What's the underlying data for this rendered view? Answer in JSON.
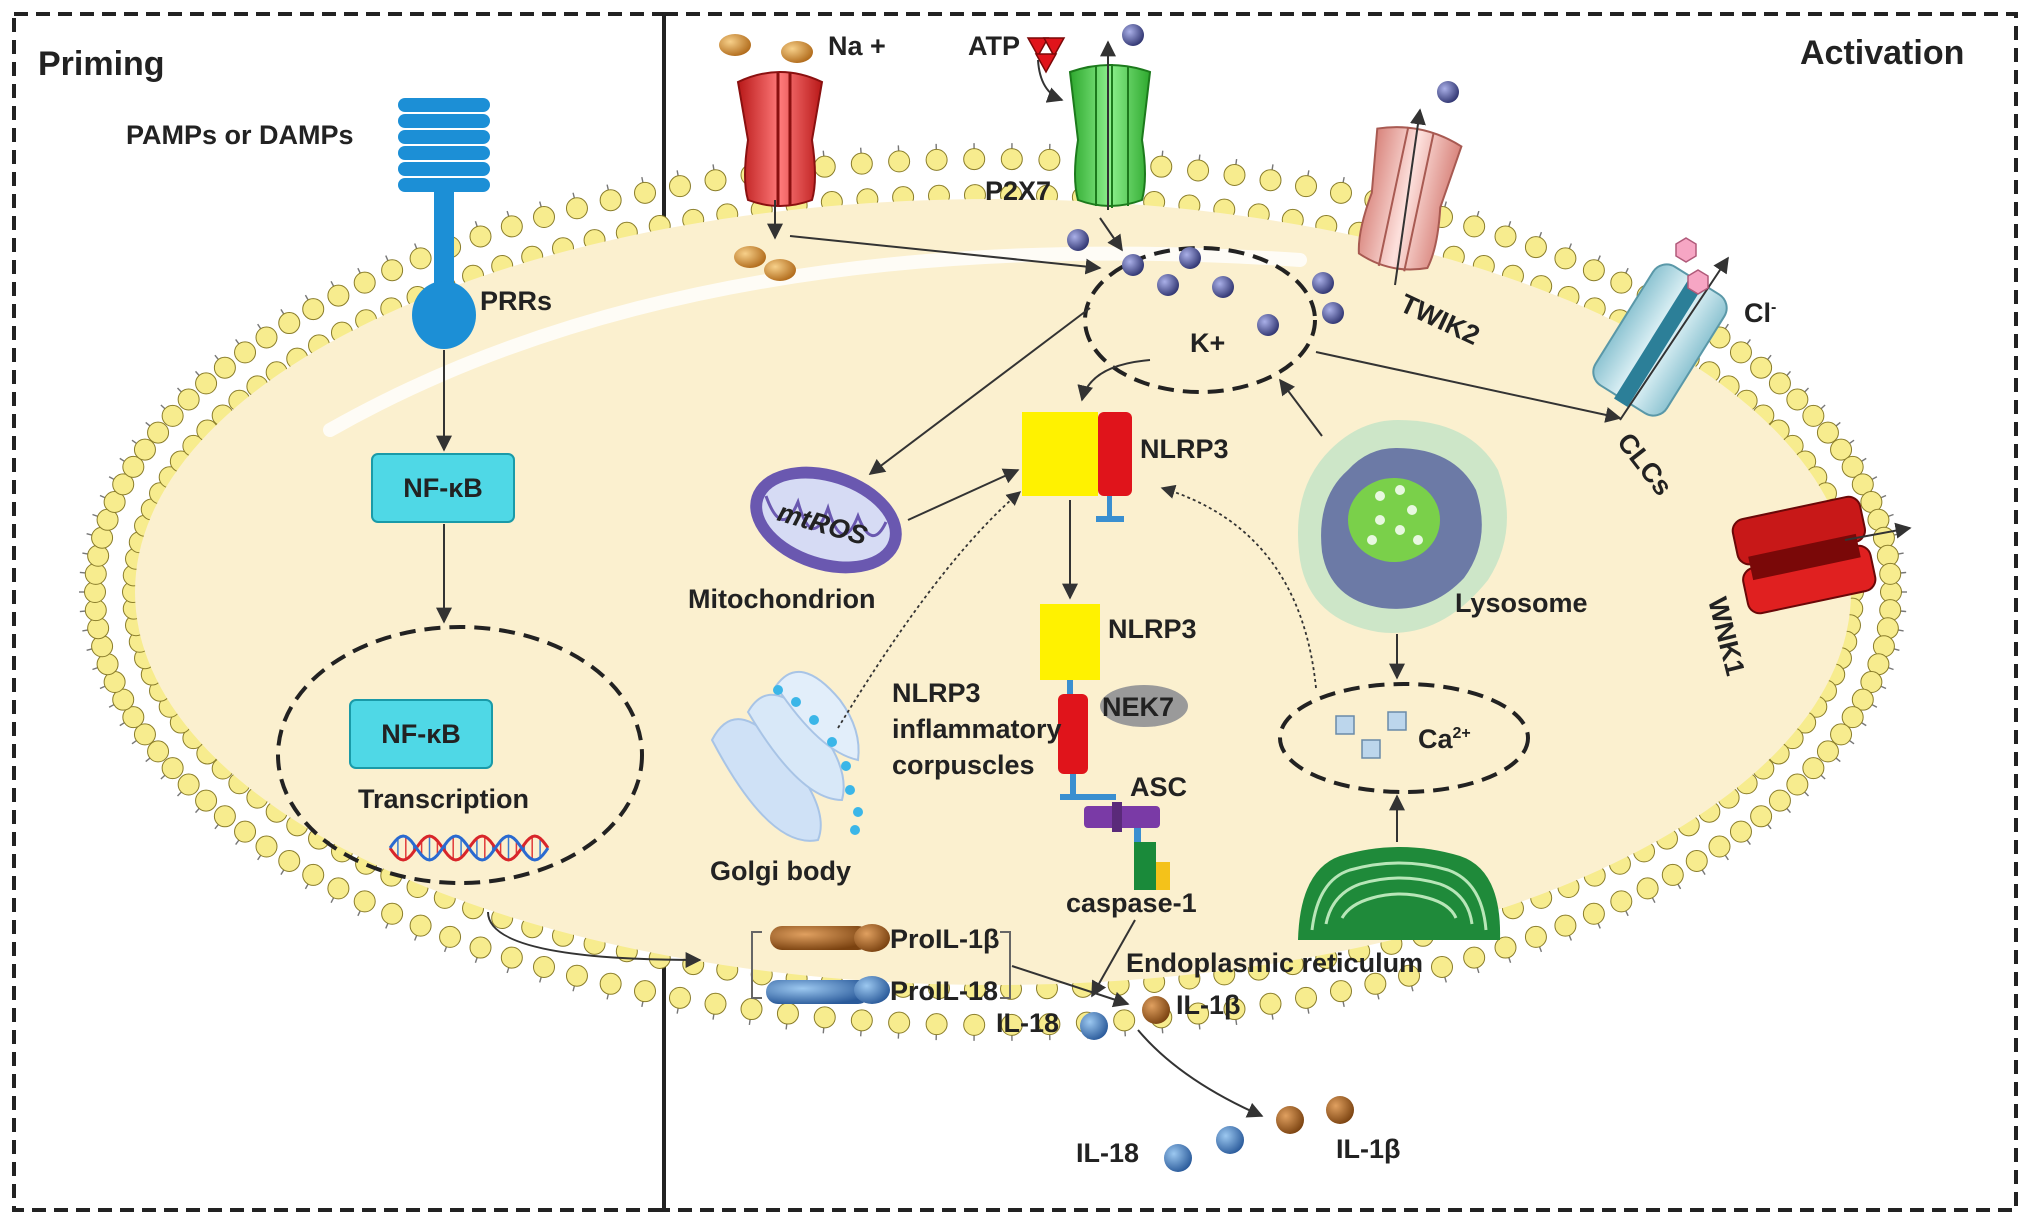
{
  "panels": {
    "priming": "Priming",
    "activation": "Activation"
  },
  "labels": {
    "pamps": "PAMPs or DAMPs",
    "prrs": "PRRs",
    "nfkb_cyto": "NF-κB",
    "nfkb_nucleus": "NF-κB",
    "transcription": "Transcription",
    "na": "Na +",
    "atp": "ATP",
    "p2x7": "P2X7",
    "twik2": "TWIK2",
    "cl": "Cl",
    "cl_sup": "-",
    "clcs": "CLCs",
    "wnk1": "WNK1",
    "k": "K+",
    "nlrp3_top": "NLRP3",
    "mtros": "mtROS",
    "mitochondrion": "Mitochondrion",
    "nlrp3_mid": "NLRP3",
    "nek7": "NEK7",
    "inflam_1": "NLRP3",
    "inflam_2": "inflammatory",
    "inflam_3": "corpuscles",
    "asc": "ASC",
    "caspase1": "caspase-1",
    "golgi": "Golgi body",
    "lysosome": "Lysosome",
    "ca": "Ca",
    "ca_sup": "2+",
    "er": "Endoplasmic reticulum",
    "proil1b": "ProIL-1β",
    "proil18": "ProIL-18",
    "il1b_in": "IL-1β",
    "il18_in": "IL-18",
    "il18_out": "IL-18",
    "il1b_out": "IL-1β"
  },
  "colors": {
    "membrane_head": "#f7ec8e",
    "membrane_head_stroke": "#8a7d2a",
    "cytoplasm": "#fbf0cf",
    "receptor_blue": "#1c8fd6",
    "nfkb_box": "#4fd8e6",
    "nlrp3_yellow": "#fff200",
    "nlrp3_red": "#e0141b",
    "nek7_grey": "#9a9a9a",
    "asc_purple": "#7a3aa6",
    "caspase_green": "#1a8a3a",
    "p2x7_green": "#3fd23f",
    "na_channel_red": "#e83a3a",
    "twik2_pink": "#f3a6a0",
    "clc_blue": "#b8dfe8",
    "wnk1_red": "#c81818",
    "k_ion": "#4a4f8e",
    "er_green": "#1f8a3a",
    "lysosome_outer": "#cde6c8",
    "lysosome_inner": "#6c7aa6",
    "lysosome_core": "#7ad04a",
    "mito_purple": "#6a58b0"
  }
}
